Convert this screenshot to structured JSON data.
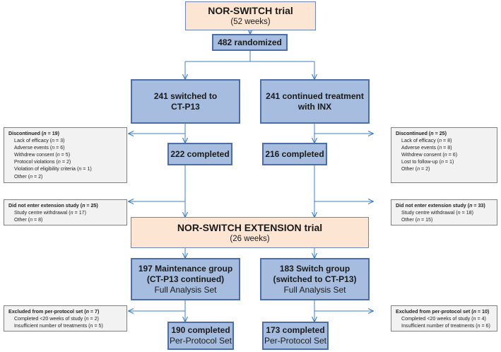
{
  "trial": {
    "title": "NOR-SWITCH trial",
    "subtitle": "(52 weeks)"
  },
  "randomized": "482 randomized",
  "arm_left": {
    "line1": "241 switched to",
    "line2": "CT-P13",
    "completed": "222 completed"
  },
  "arm_right": {
    "line1": "241 continued treatment",
    "line2": "with INX",
    "completed": "216 completed"
  },
  "discontinued_left": {
    "heading_pre": "Discontinued (",
    "heading_n": "n",
    "heading_post": " = 19)",
    "items": [
      {
        "text": "Lack of efficacy (",
        "n": "n",
        "post": " = 3)"
      },
      {
        "text": "Adverse events (",
        "n": "n",
        "post": " = 6)"
      },
      {
        "text": "Withdrew consent (",
        "n": "n",
        "post": " = 5)"
      },
      {
        "text": "Protocol violations (",
        "n": "n",
        "post": " = 2)"
      },
      {
        "text": "Violation of eligibility criteria (",
        "n": "n",
        "post": " = 1)"
      },
      {
        "text": "Other (",
        "n": "n",
        "post": " = 2)"
      }
    ]
  },
  "discontinued_right": {
    "heading_pre": "Discontinued  (",
    "heading_n": "n",
    "heading_post": " = 25)",
    "items": [
      {
        "text": "Lack of efficacy (",
        "n": "n",
        "post": " = 8)"
      },
      {
        "text": "Adverse events (",
        "n": "n",
        "post": " = 8)"
      },
      {
        "text": "Withdrew consent (",
        "n": "n",
        "post": " = 6)"
      },
      {
        "text": "Lost to follow-up (",
        "n": "n",
        "post": " = 1)"
      },
      {
        "text": "Other (",
        "n": "n",
        "post": " = 2)"
      }
    ]
  },
  "not_entered_left": {
    "heading_pre": "Did not enter extension  study (",
    "heading_n": "n",
    "heading_post": " = 25)",
    "items": [
      {
        "text": "Study centre withdrawal  (",
        "n": "n",
        "post": " = 17)"
      },
      {
        "text": "Other (",
        "n": "n",
        "post": " = 8)"
      }
    ]
  },
  "not_entered_right": {
    "heading_pre": "Did not enter extension study (",
    "heading_n": "n",
    "heading_post": " = 33)",
    "items": [
      {
        "text": "Study centre withdrawal   (",
        "n": "n",
        "post": " = 18)"
      },
      {
        "text": "Other (",
        "n": "n",
        "post": " = 15)"
      }
    ]
  },
  "extension": {
    "title": "NOR-SWITCH  EXTENSION trial",
    "subtitle": "(26 weeks)"
  },
  "maintenance": {
    "line1": "197 Maintenance group",
    "line2": "(CT-P13 continued)",
    "line3": "Full Analysis Set",
    "completed": "190 completed",
    "set": "Per-Protocol Set"
  },
  "switch": {
    "line1": "183 Switch group",
    "line2": "(switched to CT-P13)",
    "line3": "Full Analysis Set",
    "completed": "173 completed",
    "set": "Per-Protocol Set"
  },
  "excluded_left": {
    "heading_pre": "Excluded from per-protocol set (",
    "heading_n": "n",
    "heading_post": " = 7)",
    "items": [
      {
        "text": "Completed <20 weeks of study (",
        "n": "n",
        "post": " = 2)"
      },
      {
        "text": "Insufficient number of treatments (",
        "n": "n",
        "post": " = 5)"
      }
    ]
  },
  "excluded_right": {
    "heading_pre": "Excluded from per-protocol set (",
    "heading_n": "n",
    "heading_post": " = 10)",
    "items": [
      {
        "text": "Completed <20 weeks of study (",
        "n": "n",
        "post": " = 4)"
      },
      {
        "text": "Insufficient number of treatments (",
        "n": "n",
        "post": " = 6)"
      }
    ]
  },
  "colors": {
    "line": "#3f7fc0",
    "blue_box": "#a7bde0",
    "peach_box": "#fde5d3",
    "grey_box": "#f2f2f2"
  }
}
